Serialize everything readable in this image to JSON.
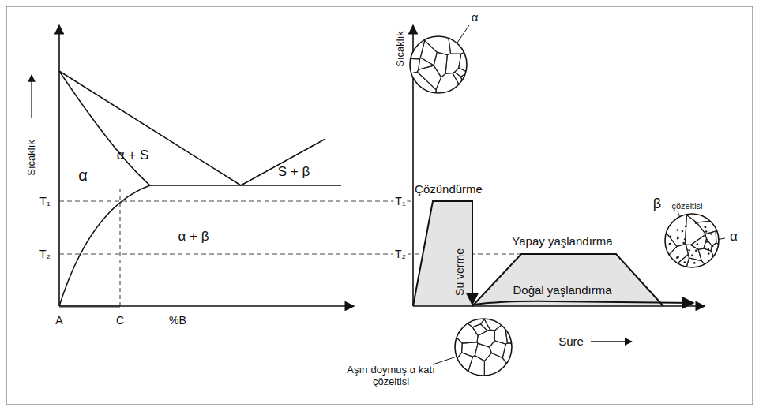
{
  "diagram": {
    "labels": [
      "Sıcaklık",
      "α",
      "α + S",
      "S + β",
      "T₁",
      "T₂",
      "α + β",
      "A",
      "C",
      "%B",
      "Sıcaklık",
      "α",
      "T₁",
      "Çözündürme",
      "T₂",
      "Su verme",
      "Yapay yaşlandırma",
      "β",
      "çözeltisi",
      "α",
      "Doğal yaşlandırma",
      "Süre",
      "Aşırı doymuş α katı çözeltisi"
    ]
  }
}
